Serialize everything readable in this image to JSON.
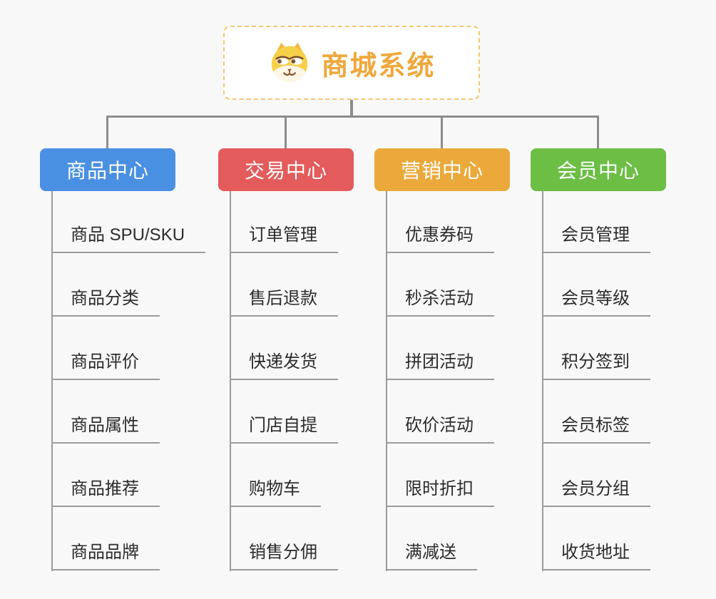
{
  "root": {
    "title": "商城系统",
    "icon": "dog-face-icon",
    "title_color": "#EFA83C",
    "border_color": "#F6C670"
  },
  "branches": [
    {
      "label": "商品中心",
      "color": "#4A90E2",
      "items": [
        "商品 SPU/SKU",
        "商品分类",
        "商品评价",
        "商品属性",
        "商品推荐",
        "商品品牌"
      ]
    },
    {
      "label": "交易中心",
      "color": "#E45B5B",
      "items": [
        "订单管理",
        "售后退款",
        "快递发货",
        "门店自提",
        "购物车",
        "销售分佣"
      ]
    },
    {
      "label": "营销中心",
      "color": "#EBA93B",
      "items": [
        "优惠券码",
        "秒杀活动",
        "拼团活动",
        "砍价活动",
        "限时折扣",
        "满减送"
      ]
    },
    {
      "label": "会员中心",
      "color": "#6CBE45",
      "items": [
        "会员管理",
        "会员等级",
        "积分签到",
        "会员标签",
        "会员分组",
        "收货地址"
      ]
    }
  ],
  "colors": {
    "background": "#F8F8F8",
    "connector": "#8C8C8C",
    "underline": "#9B9B9B",
    "item_text": "#2B2B2B"
  }
}
